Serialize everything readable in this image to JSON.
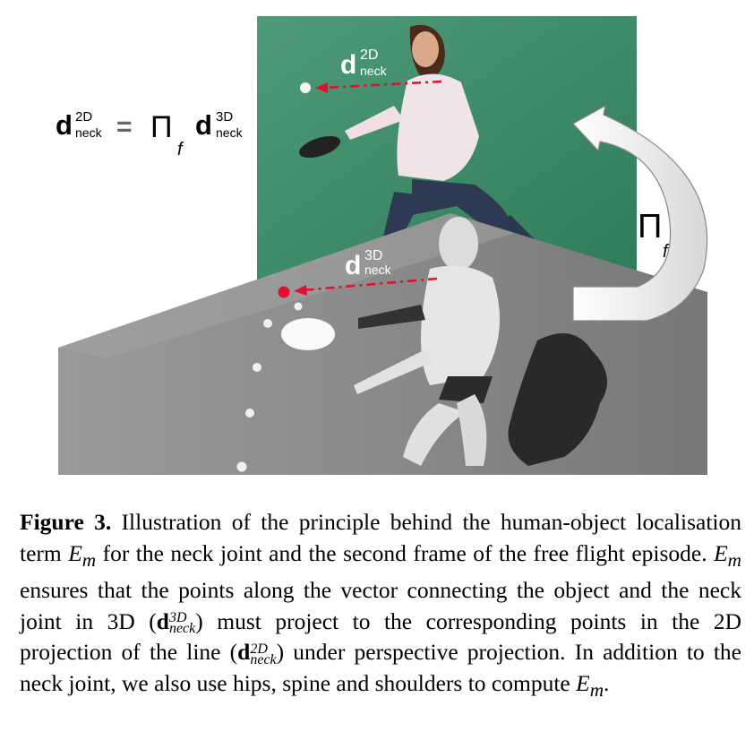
{
  "figure": {
    "equation": {
      "lhs_symbol": "d",
      "lhs_sup": "2D",
      "lhs_sub": "neck",
      "equals": "=",
      "operator": "Π",
      "operator_sub": "f",
      "rhs_symbol": "d",
      "rhs_sup": "3D",
      "rhs_sub": "neck"
    },
    "label_2d": {
      "symbol": "d",
      "sup": "2D",
      "sub": "neck"
    },
    "label_3d": {
      "symbol": "d",
      "sup": "3D",
      "sub": "neck"
    },
    "projection_arrow": {
      "symbol": "Π",
      "sub": "f"
    },
    "colors": {
      "green_screen": "#3f8a68",
      "floor": "#8c8c8c",
      "arrow_fill": "#e6e6e6",
      "dash_red": "#e0102e",
      "body": "#e4e4e4"
    }
  },
  "caption": {
    "label": "Figure 3.",
    "text1": " Illustration of the principle behind the human-object localisation term ",
    "em1": "E",
    "em1_sub": "m",
    "text2": " for the neck joint and the second frame of the free flight episode. ",
    "em2": "E",
    "em2_sub": "m",
    "text3": " ensures that the points along the vector connecting the object and the neck joint in 3D (",
    "d3_symbol": "d",
    "d3_sup": "3D",
    "d3_sub": "neck",
    "text4": ") must project to the corresponding points in the 2D projection of the line (",
    "d2_symbol": "d",
    "d2_sup": "2D",
    "d2_sub": "neck",
    "text5": ") under perspective projection. In addition to the neck joint, we also use hips, spine and shoulders to compute ",
    "em3": "E",
    "em3_sub": "m",
    "text6": "."
  }
}
